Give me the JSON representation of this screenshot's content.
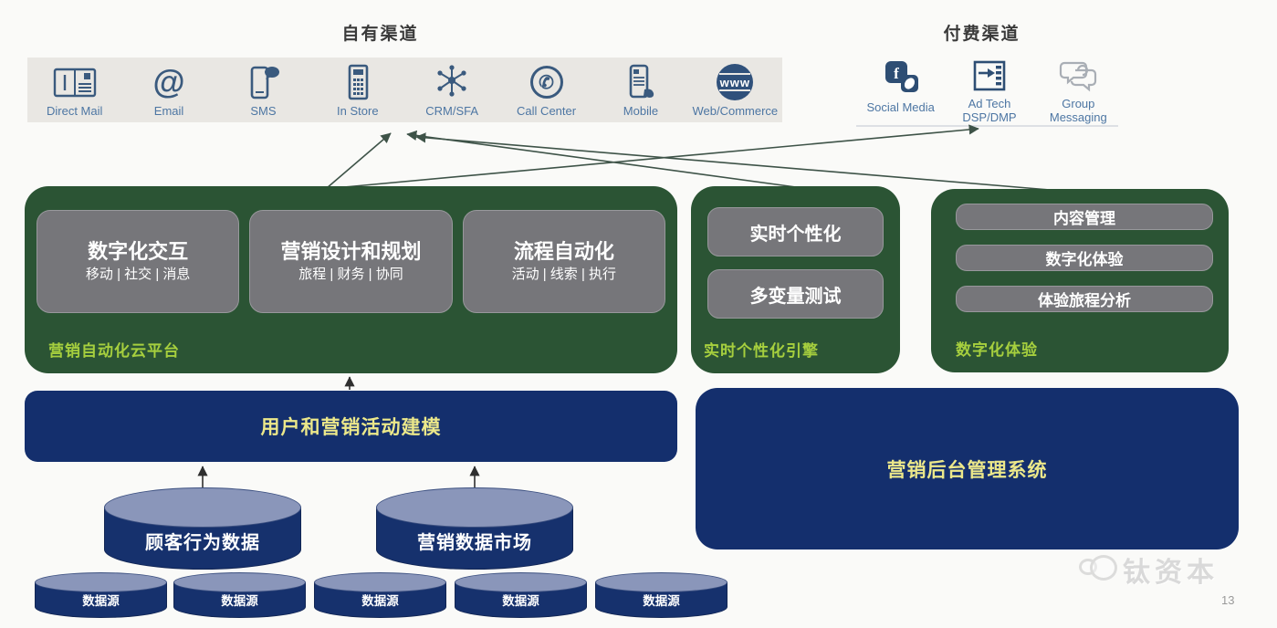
{
  "page": {
    "number": "13",
    "watermark": "钛资本"
  },
  "own_channels": {
    "title": "自有渠道",
    "items": [
      {
        "label": "Direct Mail",
        "icon": "direct-mail-icon"
      },
      {
        "label": "Email",
        "icon": "email-icon"
      },
      {
        "label": "SMS",
        "icon": "sms-icon"
      },
      {
        "label": "In Store",
        "icon": "in-store-icon"
      },
      {
        "label": "CRM/SFA",
        "icon": "crm-sfa-icon"
      },
      {
        "label": "Call Center",
        "icon": "call-center-icon"
      },
      {
        "label": "Mobile",
        "icon": "mobile-icon"
      },
      {
        "label": "Web/Commerce",
        "icon": "web-commerce-icon"
      }
    ]
  },
  "paid_channels": {
    "title": "付费渠道",
    "items": [
      {
        "label": "Social Media",
        "label2": "",
        "icon": "social-media-icon"
      },
      {
        "label": "Ad Tech",
        "label2": "DSP/DMP",
        "icon": "ad-tech-icon"
      },
      {
        "label": "Group",
        "label2": "Messaging",
        "icon": "group-messaging-icon"
      }
    ]
  },
  "icon_glyphs": {
    "at": "@",
    "phone": "✆",
    "www": "www",
    "facebook": "f"
  },
  "platforms": {
    "marketing_automation": {
      "label": "营销自动化云平台",
      "modules": [
        {
          "title": "数字化交互",
          "subtitle": "移动 | 社交 | 消息"
        },
        {
          "title": "营销设计和规划",
          "subtitle": "旅程 | 财务 | 协同"
        },
        {
          "title": "流程自动化",
          "subtitle": "活动 | 线索 | 执行"
        }
      ]
    },
    "personalization_engine": {
      "label": "实时个性化引擎",
      "modules": [
        {
          "title": "实时个性化"
        },
        {
          "title": "多变量测试"
        }
      ]
    },
    "digital_experience": {
      "label": "数字化体验",
      "modules": [
        {
          "title": "内容管理"
        },
        {
          "title": "数字化体验"
        },
        {
          "title": "体验旅程分析"
        }
      ]
    }
  },
  "systems": {
    "modeling": "用户和营销活动建模",
    "backend": "营销后台管理系统"
  },
  "data_layer": {
    "stores": [
      {
        "label": "顾客行为数据"
      },
      {
        "label": "营销数据市场"
      }
    ],
    "sources": [
      {
        "label": "数据源"
      },
      {
        "label": "数据源"
      },
      {
        "label": "数据源"
      },
      {
        "label": "数据源"
      },
      {
        "label": "数据源"
      }
    ]
  },
  "colors": {
    "platform_green": "#2b5434",
    "module_gray": "#76767a",
    "navy": "#142f6d",
    "cylinder_top": "#8a96ba",
    "accent_yellow": "#ece88a",
    "label_green": "#a6cf3e",
    "channel_text": "#4d76a3",
    "icon_blue": "#3a5a7e",
    "arrow_green": "#3e5348"
  }
}
